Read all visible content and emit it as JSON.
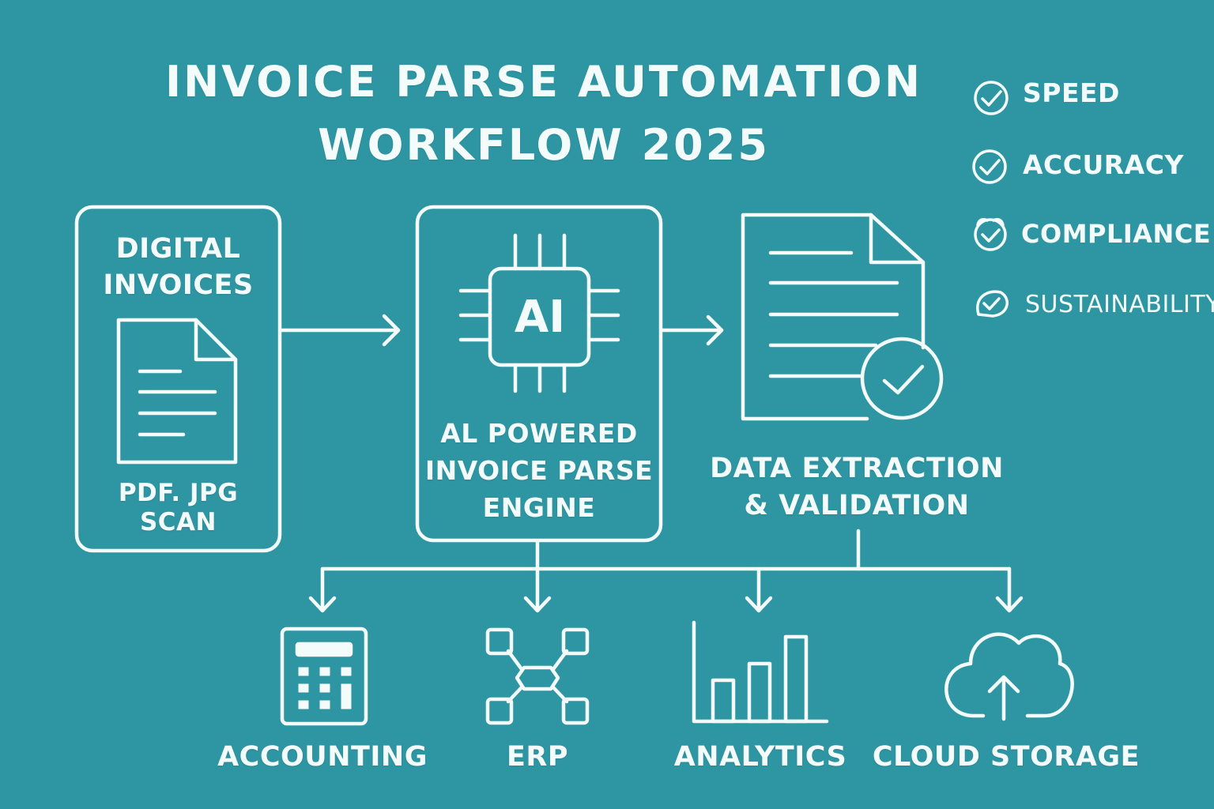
{
  "title": {
    "line1": "INVOICE PARSE AUTOMATION",
    "line2": "WORKFLOW 2025"
  },
  "benefits": [
    {
      "label": "SPEED",
      "icon": "check-circle-icon"
    },
    {
      "label": "ACCURACY",
      "icon": "check-circle-icon"
    },
    {
      "label": "COMPLIANCE",
      "icon": "shield-check-icon"
    },
    {
      "label": "SUSTAINABILITY",
      "icon": "leaf-check-icon"
    }
  ],
  "steps": {
    "input": {
      "line1": "DIGITAL",
      "line2": "INVOICES",
      "formats_line1": "PDF. JPG",
      "formats_line2": "SCAN",
      "icon": "document-icon"
    },
    "engine": {
      "chip_text": "AI",
      "line1": "AL POWERED",
      "line2": "INVOICE PARSE",
      "line3": "ENGINE",
      "icon": "ai-chip-icon"
    },
    "extraction": {
      "line1": "DATA EXTRACTION",
      "line2": "& VALIDATION",
      "icon": "validated-document-icon"
    }
  },
  "outputs": [
    {
      "label": "ACCOUNTING",
      "icon": "calculator-icon"
    },
    {
      "label": "ERP",
      "icon": "network-nodes-icon"
    },
    {
      "label": "ANALYTICS",
      "icon": "bar-chart-icon"
    },
    {
      "label": "CLOUD STORAGE",
      "icon": "cloud-upload-icon"
    }
  ],
  "colors": {
    "background": "#2e96a3",
    "foreground": "#f4fbfb"
  }
}
